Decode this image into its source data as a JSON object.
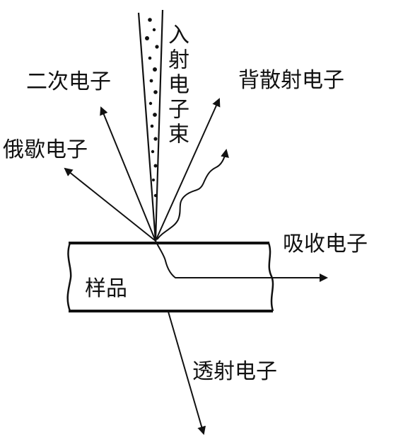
{
  "labels": {
    "incident_beam": "入射电子束",
    "secondary_electrons": "二次电子",
    "backscattered_electrons": "背散射电子",
    "auger_electrons": "俄歇电子",
    "absorbed_electrons": "吸收电子",
    "sample": "样品",
    "transmitted_electrons": "透射电子"
  },
  "colors": {
    "ink": "#111111",
    "background": "#ffffff"
  }
}
